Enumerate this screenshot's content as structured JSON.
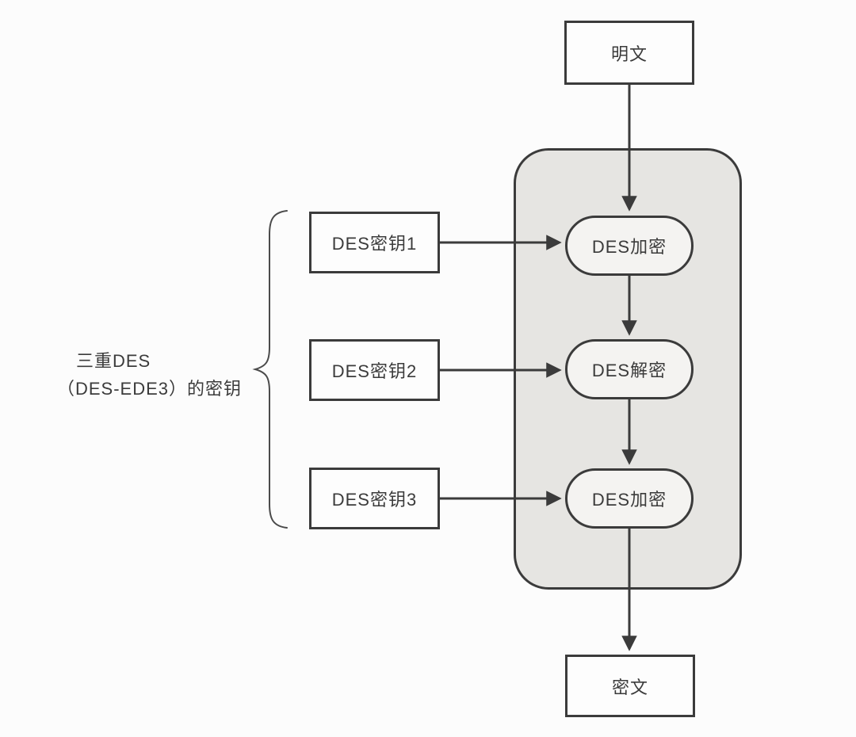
{
  "diagram": {
    "title_implicit": "Triple DES (DES-EDE3) flow",
    "plaintext_label": "明文",
    "ciphertext_label": "密文",
    "stages": [
      {
        "label": "DES加密"
      },
      {
        "label": "DES解密"
      },
      {
        "label": "DES加密"
      }
    ],
    "keys": [
      {
        "label": "DES密钥1"
      },
      {
        "label": "DES密钥2"
      },
      {
        "label": "DES密钥3"
      }
    ],
    "brace_label": {
      "line1": "三重DES",
      "line2": "（DES-EDE3）的密钥"
    },
    "colors": {
      "stroke": "#3b3b3b",
      "container_fill": "#e6e5e2",
      "stage_fill": "#f4f3f1",
      "background": "#fcfcfc"
    }
  }
}
